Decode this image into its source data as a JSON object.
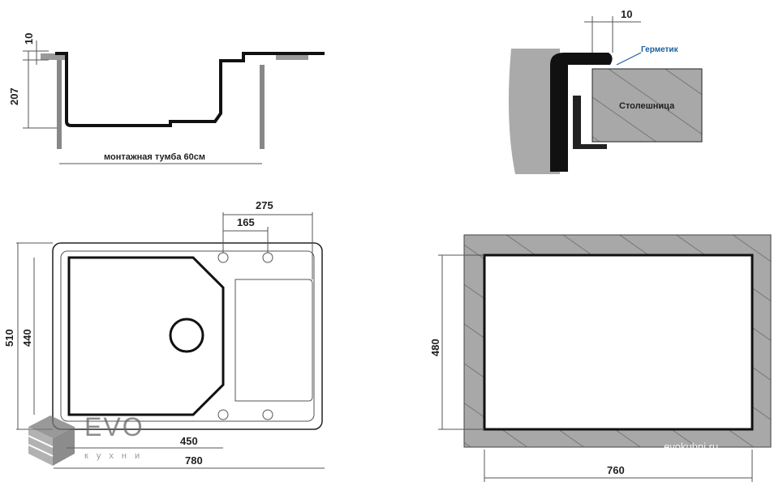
{
  "side_view": {
    "dim_rim": "10",
    "dim_depth": "207",
    "cabinet_label": "монтажная тумба 60см"
  },
  "detail_view": {
    "dim_gap": "10",
    "sealant_label": "Герметик",
    "countertop_label": "Столешница"
  },
  "top_view": {
    "dim_275": "275",
    "dim_165": "165",
    "dim_510": "510",
    "dim_440": "440",
    "dim_450": "450",
    "dim_780": "780"
  },
  "cutout_view": {
    "dim_480": "480",
    "dim_760": "760"
  },
  "branding": {
    "logo_text": "EVO",
    "logo_subtext": "кухни",
    "watermark": "evokuhni.ru"
  },
  "colors": {
    "line": "#111111",
    "hatch": "#9a9a9a",
    "sealant": "#1a5fa0"
  }
}
